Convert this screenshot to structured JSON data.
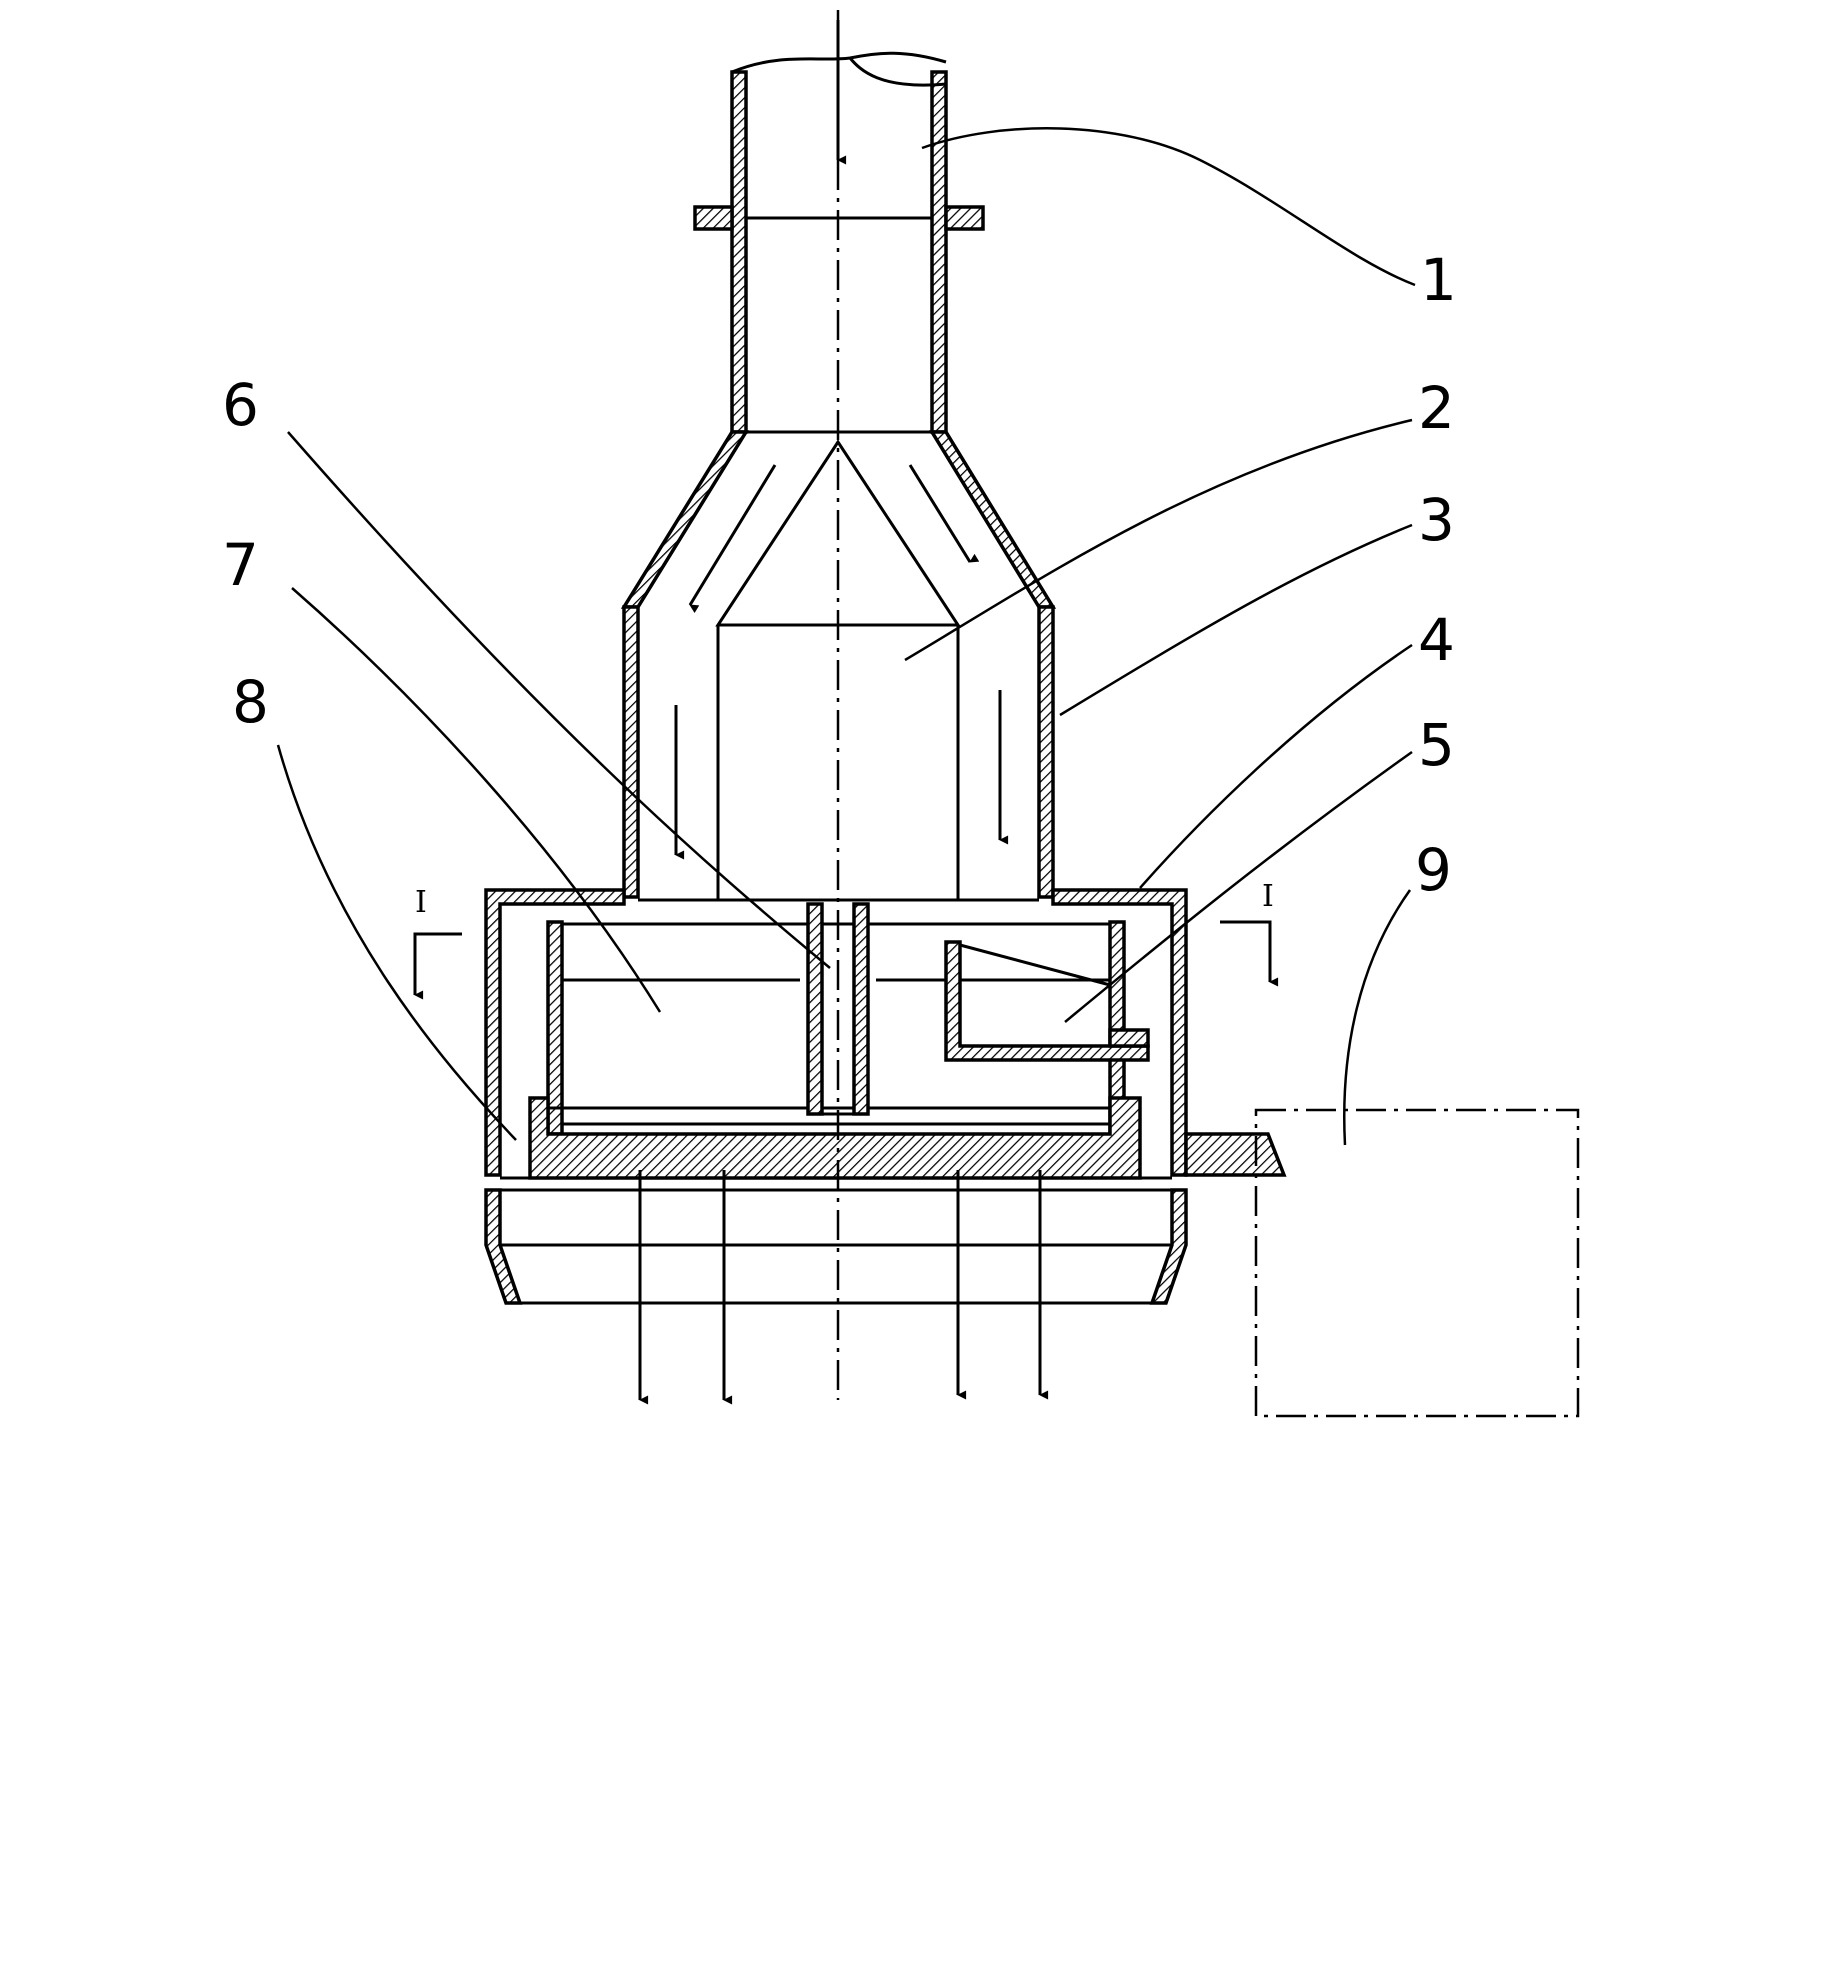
{
  "labels": {
    "n1": "1",
    "n2": "2",
    "n3": "3",
    "n4": "4",
    "n5": "5",
    "n6": "6",
    "n7": "7",
    "n8": "8",
    "n9": "9"
  },
  "section": {
    "left": "I",
    "right": "I"
  }
}
